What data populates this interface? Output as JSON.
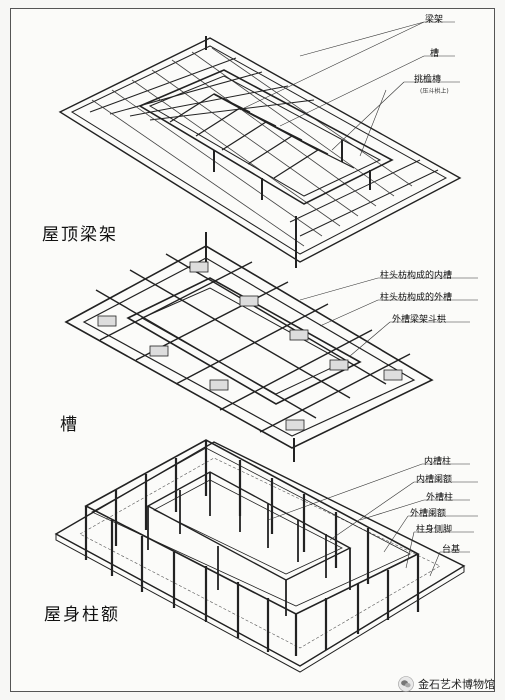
{
  "sections": {
    "roof": {
      "title": "屋顶梁架",
      "labels": [
        "梁架",
        "槽",
        "挑檐槫",
        "(压斗栱上)"
      ]
    },
    "cao": {
      "title": "槽",
      "labels": [
        "柱头枋构成的内槽",
        "柱头枋构成的外槽",
        "外槽梁架斗栱"
      ]
    },
    "body": {
      "title": "屋身柱额",
      "labels": [
        "内槽柱",
        "内槽阑额",
        "外槽柱",
        "外槽阑额",
        "柱身侧脚",
        "台基"
      ]
    }
  },
  "watermark": {
    "text": "金石艺术博物馆",
    "icon": "wechat-icon"
  }
}
